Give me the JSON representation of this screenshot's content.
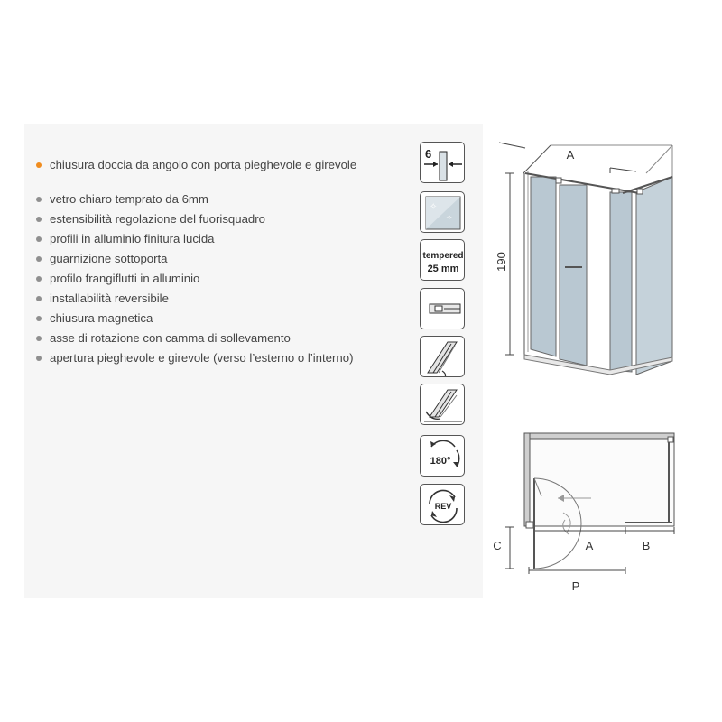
{
  "features": {
    "highlight": "chiusura doccia da angolo con porta pieghevole e girevole",
    "items": [
      "vetro chiaro temprato da 6mm",
      "estensibilità regolazione del fuorisquadro",
      "profili in alluminio finitura lucida",
      "guarnizione sottoporta",
      "profilo frangiflutti in alluminio",
      "installabilità reversibile",
      "chiusura magnetica",
      "asse di rotazione con camma di sollevamento",
      "apertura pieghevole e girevole (verso l’esterno o l’interno)"
    ],
    "bullet_color_highlight": "#f08c1e",
    "bullet_color": "#8f8f8f"
  },
  "icons": [
    {
      "name": "glass-thickness-icon",
      "label": "6"
    },
    {
      "name": "clear-glass-icon"
    },
    {
      "name": "tempered-glass-icon",
      "label_line1": "tempered",
      "label_line2": "25 mm"
    },
    {
      "name": "aluminium-profile-icon"
    },
    {
      "name": "door-seal-icon"
    },
    {
      "name": "water-deflector-icon"
    },
    {
      "name": "rotation-180-icon",
      "label": "180°"
    },
    {
      "name": "reversible-icon",
      "label": "REV"
    }
  ],
  "diagram": {
    "height_label": "190",
    "top_label": "A",
    "plan_labels": {
      "c": "C",
      "a": "A",
      "b": "B",
      "p": "P"
    },
    "glass_color": "#b9c8d2",
    "frame_color": "#555555"
  }
}
